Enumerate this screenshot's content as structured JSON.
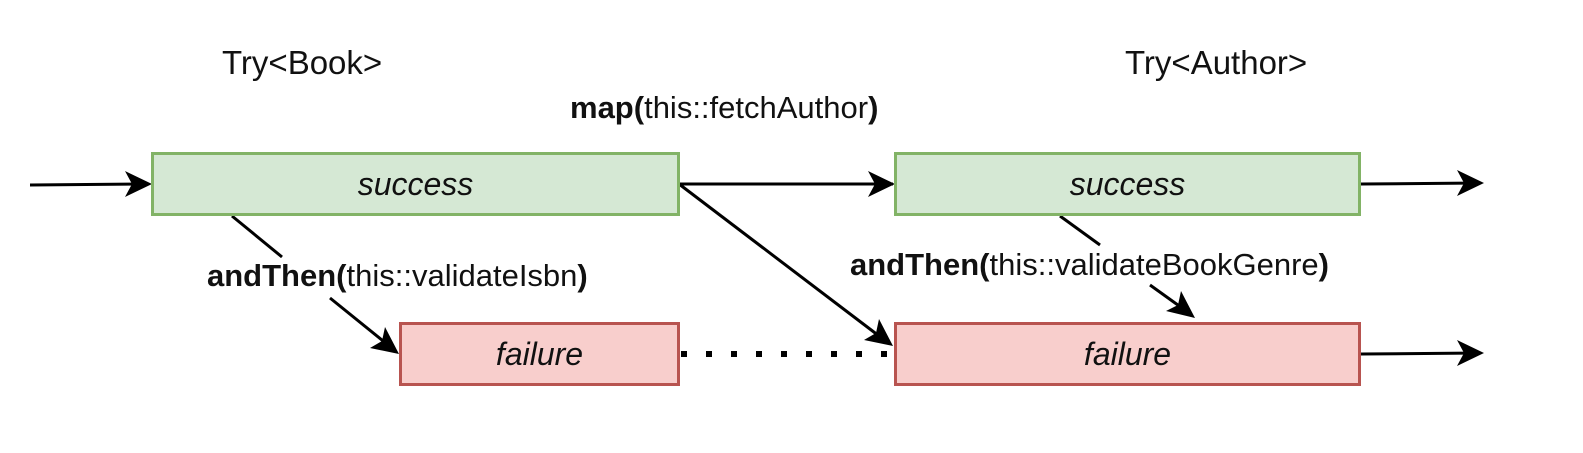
{
  "labels": {
    "try_book": "Try<Book>",
    "try_author": "Try<Author>"
  },
  "boxes": {
    "success_left": "success",
    "failure_left": "failure",
    "success_right": "success",
    "failure_right": "failure"
  },
  "operations": {
    "map": {
      "keyword": "map",
      "open": "(",
      "arg": "this::fetchAuthor",
      "close": ")"
    },
    "and_then_isbn": {
      "keyword": "andThen",
      "open": "(",
      "arg": "this::validateIsbn",
      "close": ")"
    },
    "and_then_genre": {
      "keyword": "andThen",
      "open": "(",
      "arg": "this::validateBookGenre",
      "close": ")"
    }
  },
  "colors": {
    "success_fill": "#d5e8d4",
    "success_border": "#82b366",
    "failure_fill": "#f8cecc",
    "failure_border": "#b85450",
    "line": "#000000"
  }
}
